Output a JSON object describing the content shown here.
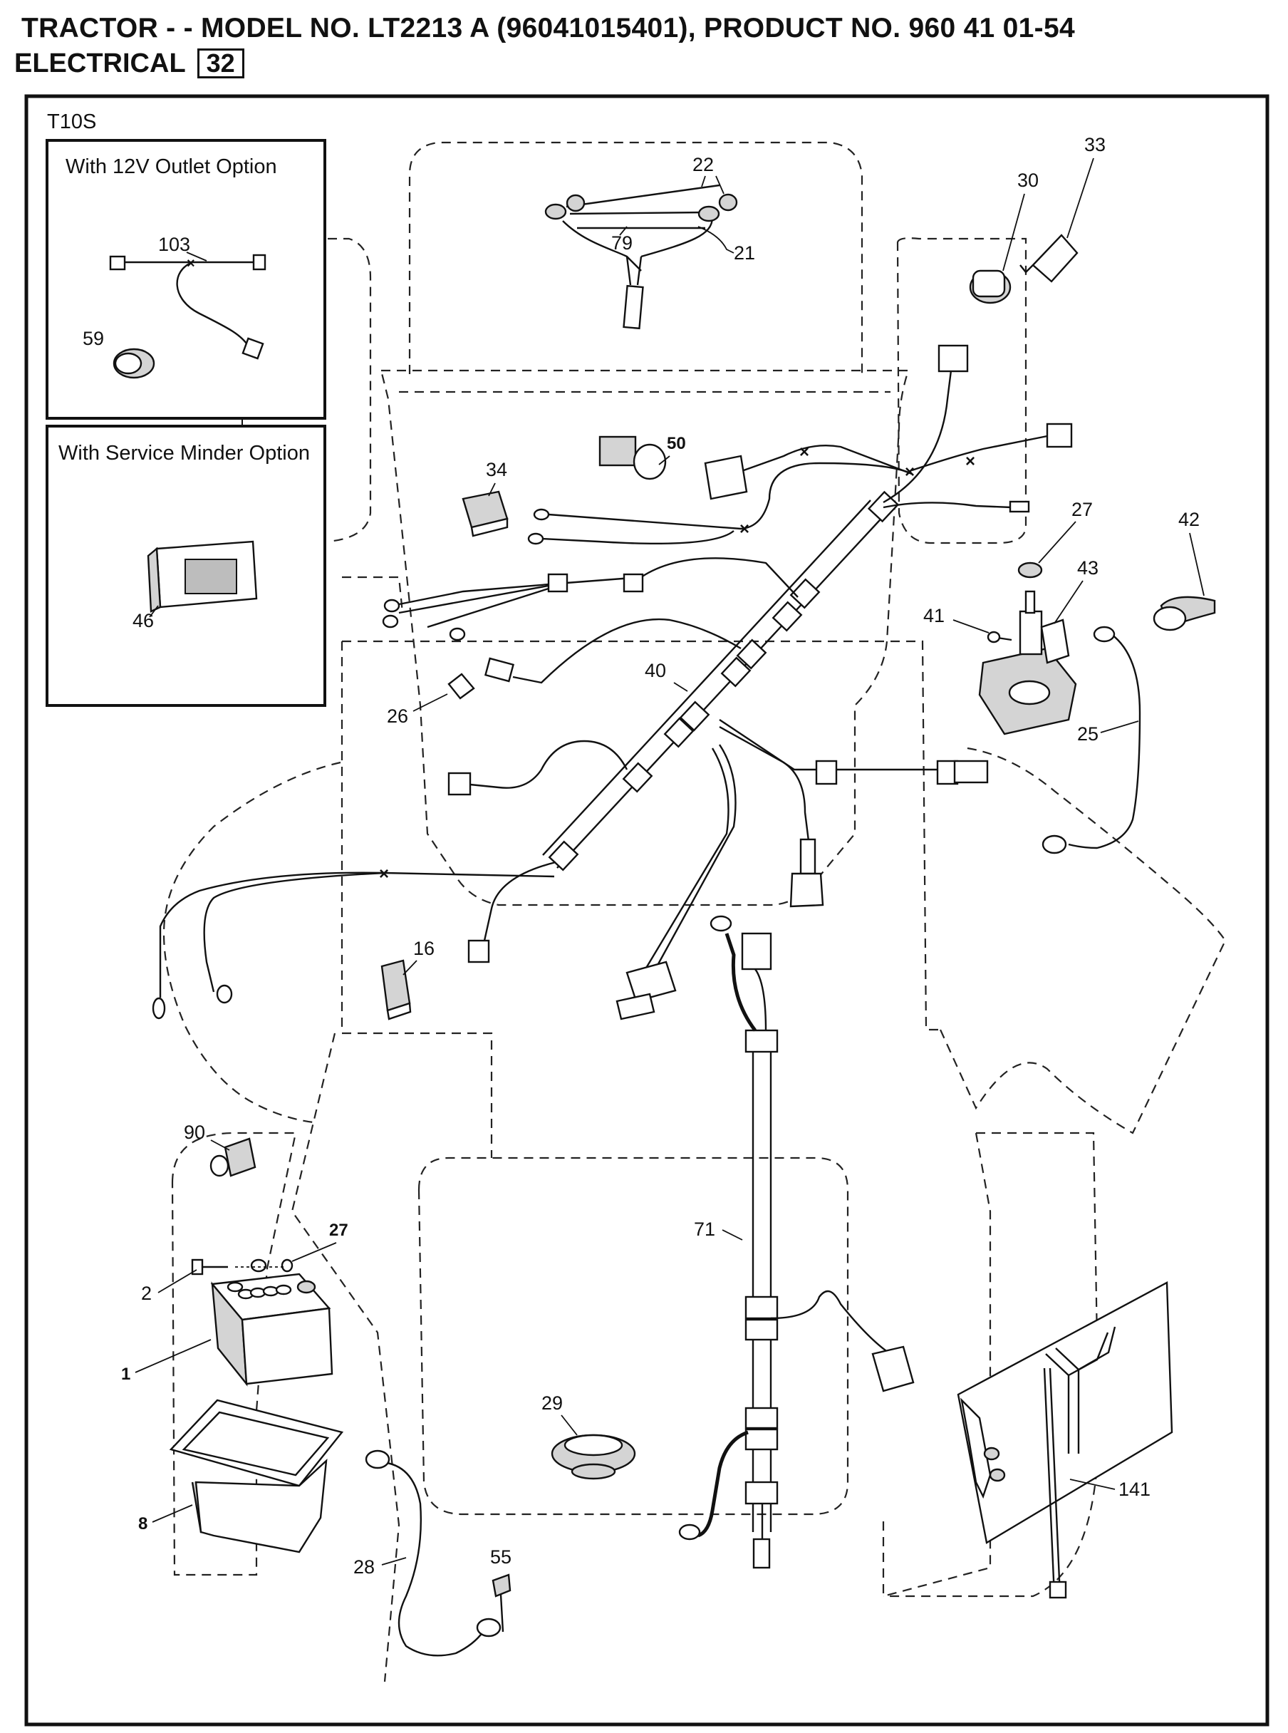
{
  "header": {
    "title": "TRACTOR - - MODEL NO. LT2213 A  (96041015401), PRODUCT NO. 960 41 01-54",
    "section": "ELECTRICAL",
    "section_number": "32"
  },
  "diagram": {
    "code": "T10S",
    "insets": {
      "outlet_option": "With 12V Outlet Option",
      "service_minder_option": "With Service Minder Option"
    },
    "parts": {
      "p1": "1",
      "p2": "2",
      "p8": "8",
      "p16": "16",
      "p21": "21",
      "p22": "22",
      "p25": "25",
      "p26": "26",
      "p27a": "27",
      "p27b": "27",
      "p28": "28",
      "p29": "29",
      "p30": "30",
      "p33": "33",
      "p34": "34",
      "p40": "40",
      "p41": "41",
      "p42": "42",
      "p43": "43",
      "p46": "46",
      "p50": "50",
      "p55": "55",
      "p59": "59",
      "p71": "71",
      "p79": "79",
      "p90": "90",
      "p103": "103",
      "p141": "141"
    }
  }
}
